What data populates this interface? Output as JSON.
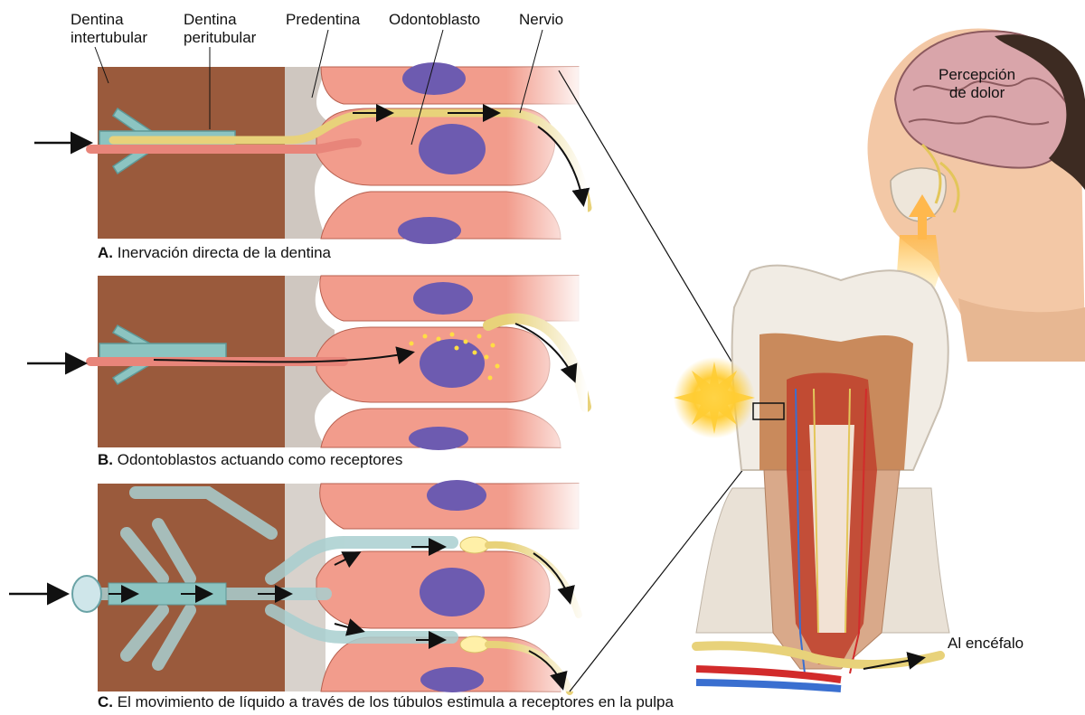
{
  "labels": {
    "dentina_intertubular": [
      "Dentina",
      "intertubular"
    ],
    "dentina_peritubular": [
      "Dentina",
      "peritubular"
    ],
    "predentina": "Predentina",
    "odontoblasto": "Odontoblasto",
    "nervio": "Nervio",
    "percepcion": [
      "Percepción",
      "de dolor"
    ],
    "al_encefalo": "Al encéfalo"
  },
  "panels": [
    {
      "letter": "A.",
      "caption": "Inervación directa de la dentina"
    },
    {
      "letter": "B.",
      "caption": "Odontoblastos actuando como receptores"
    },
    {
      "letter": "C.",
      "caption": "El movimiento de líquido a través de los túbulos estimula a receptores en la pulpa"
    }
  ],
  "colors": {
    "dentin": "#9a5a3c",
    "predentin": "#cfc7c0",
    "odontoblast": "#f29c8c",
    "nucleus": "#6d5bb0",
    "nerve": "#e8d27a",
    "tubule": "#7fb7b5",
    "pain": "#ffcc33"
  }
}
